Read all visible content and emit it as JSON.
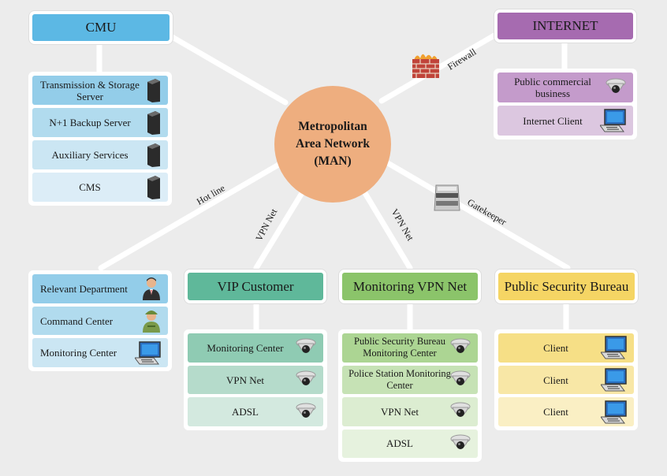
{
  "hub": {
    "line1": "Metropolitan",
    "line2": "Area Network",
    "line3": "(MAN)"
  },
  "links": {
    "firewall": "Firewall",
    "gatekeeper": "Gatekeeper",
    "hot_line": "Hot line",
    "vpn_net_left": "VPN Net",
    "vpn_net_right": "VPN Net"
  },
  "cmu": {
    "title": "CMU",
    "items": [
      "Transmission & Storage Server",
      "N+1 Backup Server",
      "Auxiliary Services",
      "CMS"
    ]
  },
  "internet": {
    "title": "INTERNET",
    "items": [
      "Public commercial business",
      "Internet Client"
    ]
  },
  "department": {
    "items": [
      "Relevant Department",
      "Command Center",
      "Monitoring Center"
    ]
  },
  "vip": {
    "title": "VIP Customer",
    "items": [
      "Monitoring Center",
      "VPN Net",
      "ADSL"
    ]
  },
  "monitoring_vpn": {
    "title": "Monitoring VPN Net",
    "items": [
      "Public Security Bureau Monitoring Center",
      "Police Station Monitoring Center",
      "VPN Net",
      "ADSL"
    ]
  },
  "psb": {
    "title": "Public Security Bureau",
    "items": [
      "Client",
      "Client",
      "Client"
    ]
  },
  "colors": {
    "cmu": "#5cb8e4",
    "internet": "#a66bb0",
    "vip": "#5fb89a",
    "monitoring": "#8bc46a",
    "psb": "#f5d564",
    "hub": "#eeae7f"
  }
}
